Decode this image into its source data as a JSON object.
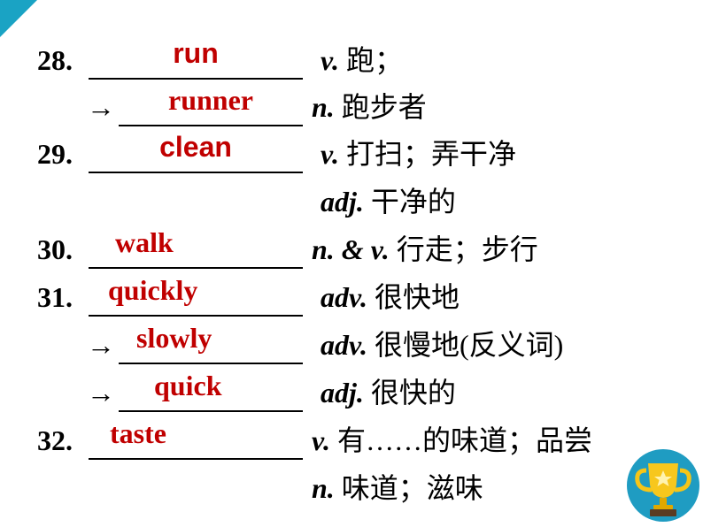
{
  "items": [
    {
      "num": "28.",
      "answer": "run",
      "pos": "v.",
      "meaning": " 跑；"
    },
    {
      "arrow": "→",
      "answer": "runner",
      "pos": "n.",
      "meaning": "  跑步者"
    },
    {
      "num": "29.",
      "answer": "clean",
      "pos": "v.",
      "meaning": "  打扫；弄干净"
    },
    {
      "pos": "adj.",
      "meaning": " 干净的"
    },
    {
      "num": "30.",
      "answer": "walk",
      "pos": "n. & v.",
      "meaning": "  行走；步行"
    },
    {
      "num": "31.",
      "answer": "quickly",
      "pos": "adv.",
      "meaning": "  很快地"
    },
    {
      "arrow": "→",
      "answer": "slowly",
      "pos": "adv.",
      "meaning": "  很慢地(反义词)"
    },
    {
      "arrow": "→",
      "answer": "quick",
      "pos": "adj.",
      "meaning": " 很快的"
    },
    {
      "num": "32.",
      "answer": "taste",
      "pos": "v.",
      "meaning": "  有……的味道；品尝"
    },
    {
      "pos": "n.",
      "meaning": " 味道；滋味"
    }
  ],
  "colors": {
    "accent": "#1aa3c4",
    "answer": "#c00000"
  },
  "icons": {
    "corner": "corner-triangle-decoration",
    "trophy": "trophy-icon"
  }
}
